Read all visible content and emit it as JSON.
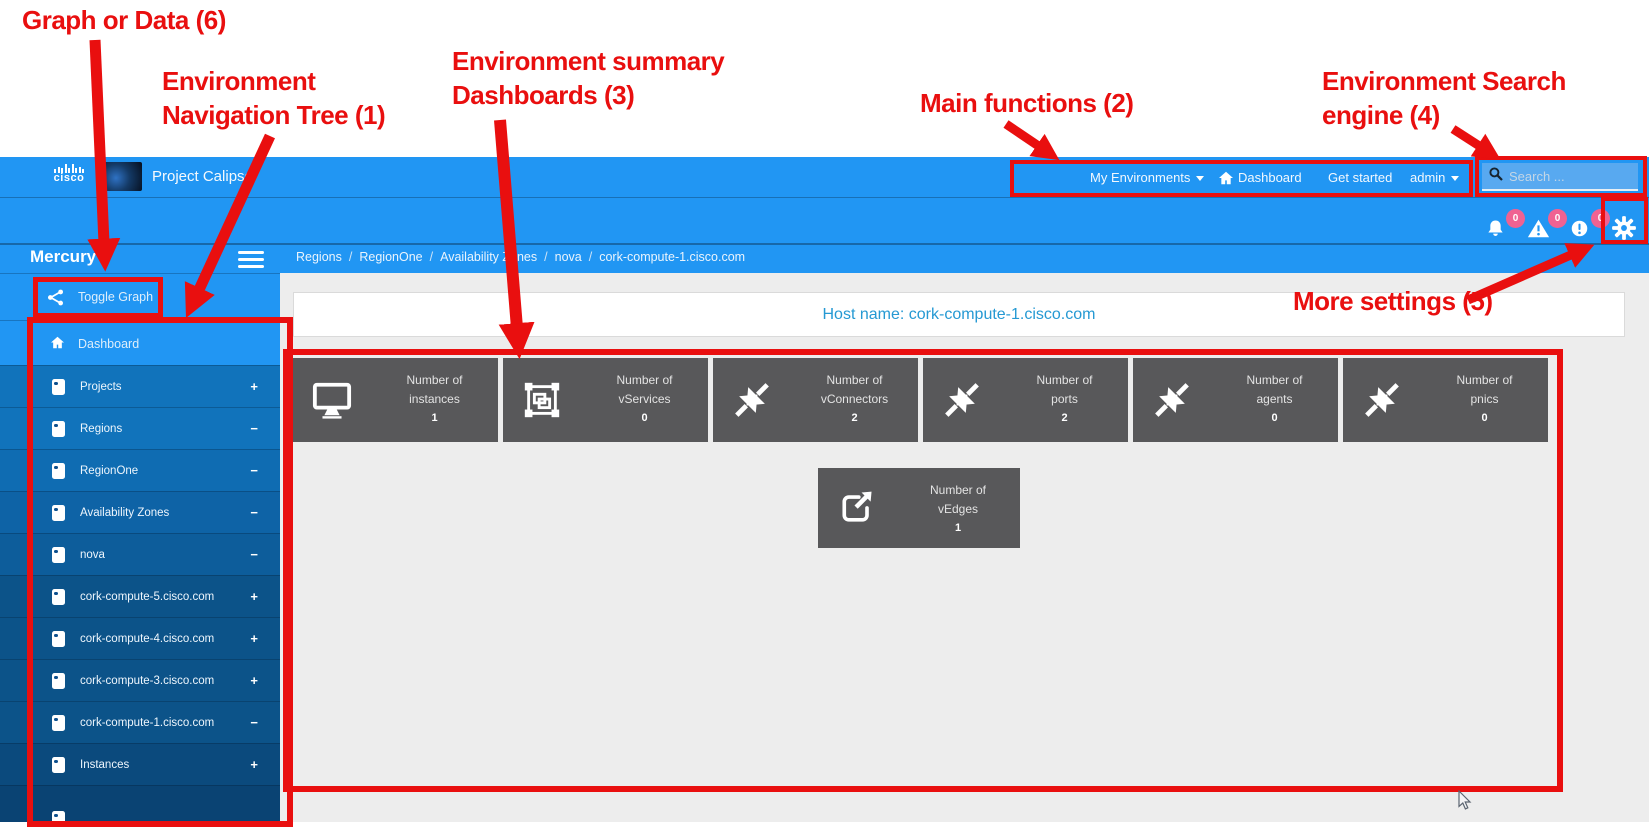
{
  "annotations": {
    "red": "#e90f0f",
    "graph_or_data": "Graph or Data (6)",
    "nav_tree_line1": "Environment",
    "nav_tree_line2": "Navigation Tree (1)",
    "summary_line1": "Environment summary",
    "summary_line2": "Dashboards (3)",
    "main_functions": "Main functions (2)",
    "search_line1": "Environment Search",
    "search_line2": "engine (4)",
    "more_settings": "More settings (5)"
  },
  "navbar": {
    "blue": "#2196f3",
    "logo_text": "cisco",
    "brand": "Project Calipso",
    "my_environments": "My Environments",
    "dashboard": "Dashboard",
    "get_started": "Get started",
    "admin": "admin",
    "search_placeholder": "Search ..."
  },
  "notifications": {
    "badge_color": "#f06292",
    "bell_count": "0",
    "warning_count": "0",
    "alert_count": "0"
  },
  "sidebar": {
    "title": "Mercury",
    "toggle_graph": "Toggle Graph",
    "dashboard": "Dashboard",
    "items": [
      {
        "label": "Projects",
        "expander": "+"
      },
      {
        "label": "Regions",
        "expander": "−"
      },
      {
        "label": "RegionOne",
        "expander": "−"
      },
      {
        "label": "Availability Zones",
        "expander": "−"
      },
      {
        "label": "nova",
        "expander": "−"
      },
      {
        "label": "cork-compute-5.cisco.com",
        "expander": "+"
      },
      {
        "label": "cork-compute-4.cisco.com",
        "expander": "+"
      },
      {
        "label": "cork-compute-3.cisco.com",
        "expander": "+"
      },
      {
        "label": "cork-compute-1.cisco.com",
        "expander": "−"
      },
      {
        "label": "Instances",
        "expander": "+"
      }
    ]
  },
  "breadcrumb": {
    "separator": "/",
    "items": [
      "Regions",
      "RegionOne",
      "Availability Zones",
      "nova",
      "cork-compute-1.cisco.com"
    ]
  },
  "main": {
    "tile_color": "#58585a",
    "host_title": "Host name: cork-compute-1.cisco.com",
    "tiles": [
      {
        "icon": "monitor-icon",
        "line1": "Number of",
        "line2": "instances",
        "count": "1"
      },
      {
        "icon": "object-group-icon",
        "line1": "Number of",
        "line2": "vServices",
        "count": "0"
      },
      {
        "icon": "compress-icon",
        "line1": "Number of",
        "line2": "vConnectors",
        "count": "2"
      },
      {
        "icon": "compress-icon",
        "line1": "Number of",
        "line2": "ports",
        "count": "2"
      },
      {
        "icon": "compress-icon",
        "line1": "Number of",
        "line2": "agents",
        "count": "0"
      },
      {
        "icon": "compress-icon",
        "line1": "Number of",
        "line2": "pnics",
        "count": "0"
      }
    ],
    "vedges": {
      "icon": "external-link-icon",
      "line1": "Number of",
      "line2": "vEdges",
      "count": "1"
    }
  }
}
